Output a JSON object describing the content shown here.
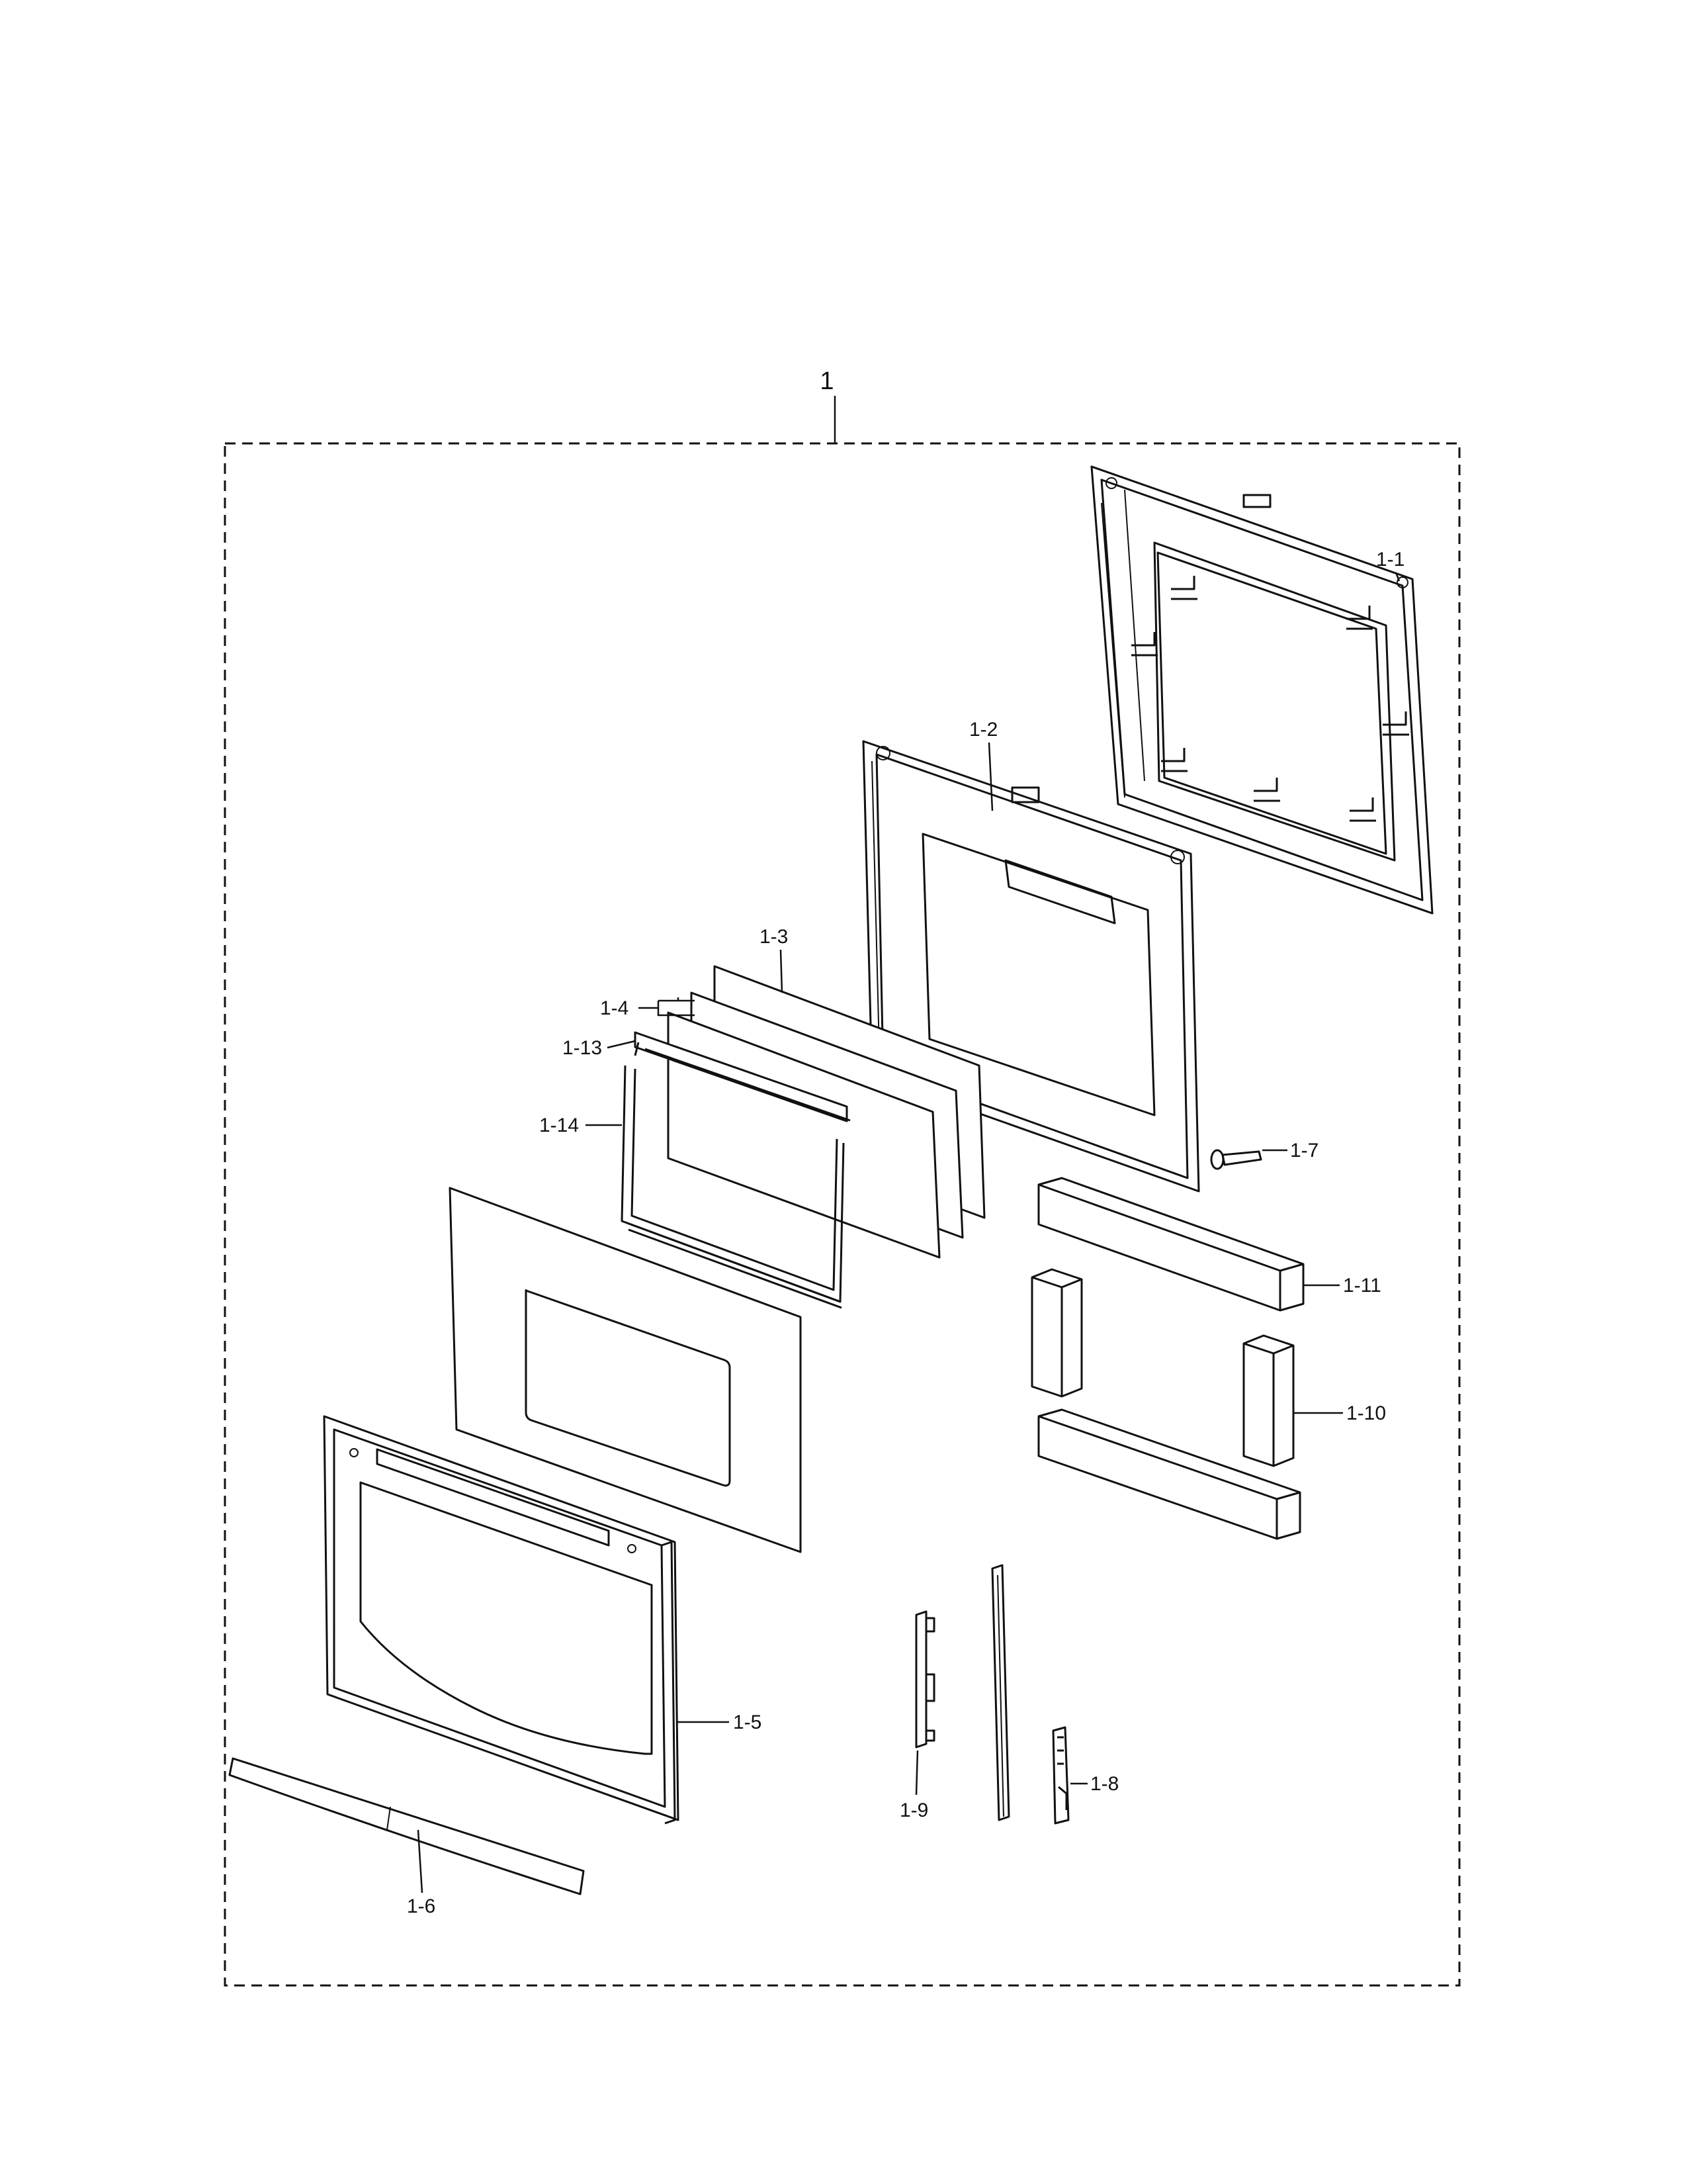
{
  "diagram": {
    "assembly_label": "1",
    "callouts": {
      "door_inner": "1-1",
      "door_liner": "1-2",
      "glass_inner": "1-3",
      "glass_middle": "1-4",
      "glass_holder_top": "1-13",
      "glass_holder_frame": "1-14",
      "door_outer": "1-5",
      "handle": "1-6",
      "screw": "1-7",
      "hinge": "1-8",
      "bracket": "1-9",
      "insulation_side": "1-10",
      "insulation_top": "1-11"
    }
  }
}
